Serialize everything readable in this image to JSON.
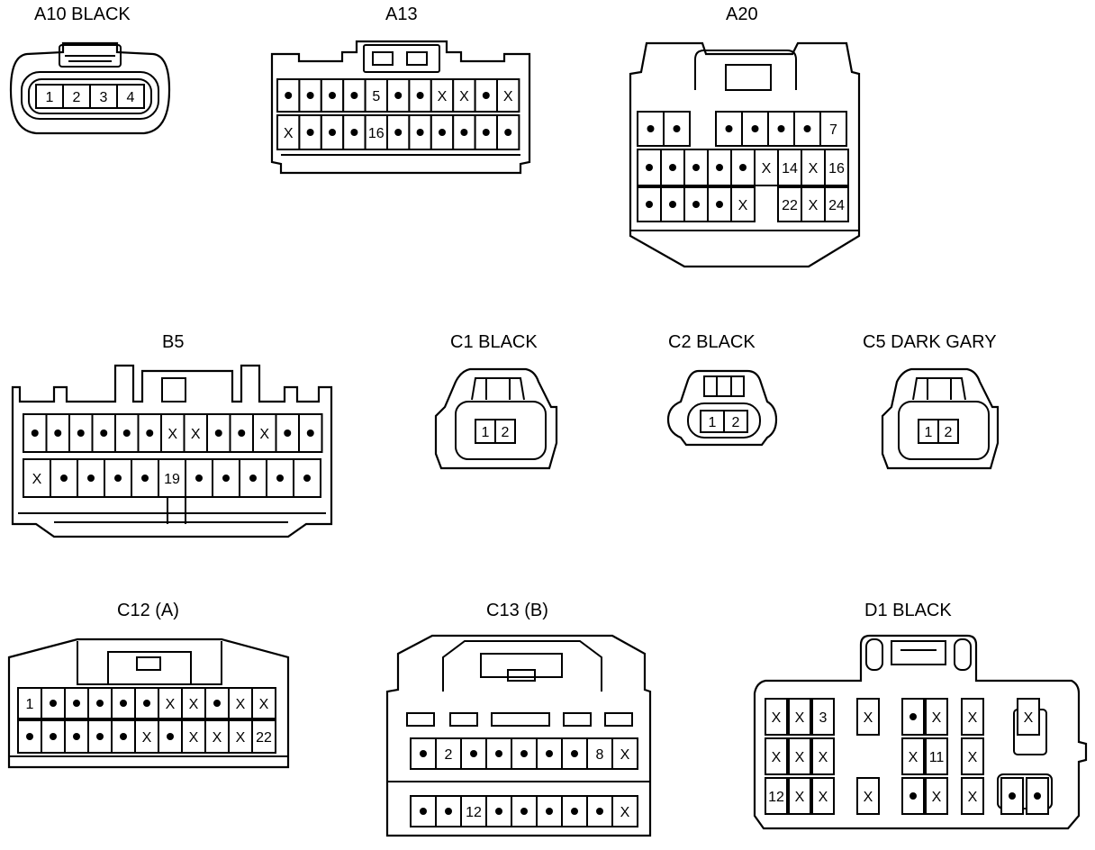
{
  "connectors": [
    {
      "id": "A10",
      "title": "A10  BLACK",
      "rows": [
        [
          "1",
          "2",
          "3",
          "4"
        ]
      ]
    },
    {
      "id": "A13",
      "title": "A13",
      "rows": [
        [
          "•",
          "•",
          "•",
          "•",
          "5",
          "•",
          "•",
          "X",
          "X",
          "•",
          "X"
        ],
        [
          "X",
          "•",
          "•",
          "•",
          "16",
          "•",
          "•",
          "•",
          "•",
          "•",
          "•"
        ]
      ]
    },
    {
      "id": "A20",
      "title": "A20",
      "rows": [
        [
          "•",
          "•",
          "",
          "•",
          "•",
          "•",
          "•",
          "7"
        ],
        [
          "•",
          "•",
          "•",
          "•",
          "•",
          "X",
          "14",
          "X",
          "16"
        ],
        [
          "•",
          "•",
          "•",
          "•",
          "X",
          "",
          "22",
          "X",
          "24"
        ]
      ]
    },
    {
      "id": "B5",
      "title": "B5",
      "rows": [
        [
          "•",
          "•",
          "•",
          "•",
          "•",
          "•",
          "X",
          "X",
          "•",
          "•",
          "X",
          "•",
          "•"
        ],
        [
          "X",
          "•",
          "•",
          "•",
          "•",
          "19",
          "•",
          "•",
          "•",
          "•",
          "•"
        ]
      ]
    },
    {
      "id": "C1",
      "title": "C1  BLACK",
      "rows": [
        [
          "1",
          "2"
        ]
      ]
    },
    {
      "id": "C2",
      "title": "C2  BLACK",
      "rows": [
        [
          "1",
          "2"
        ]
      ]
    },
    {
      "id": "C5",
      "title": "C5  DARK GARY",
      "rows": [
        [
          "1",
          "2"
        ]
      ]
    },
    {
      "id": "C12",
      "title": "C12 (A)",
      "rows": [
        [
          "1",
          "•",
          "•",
          "•",
          "•",
          "•",
          "X",
          "X",
          "•",
          "X",
          "X"
        ],
        [
          "•",
          "•",
          "•",
          "•",
          "•",
          "X",
          "•",
          "X",
          "X",
          "X",
          "22"
        ]
      ]
    },
    {
      "id": "C13",
      "title": "C13 (B)",
      "rows": [
        [
          "•",
          "2",
          "•",
          "•",
          "•",
          "•",
          "•",
          "8",
          "X"
        ],
        [
          "•",
          "•",
          "12",
          "•",
          "•",
          "•",
          "•",
          "•",
          "X"
        ]
      ]
    },
    {
      "id": "D1",
      "title": "D1  BLACK",
      "rows": [
        [
          "X",
          "X",
          "3",
          "X",
          "•",
          "X",
          "X",
          "X"
        ],
        [
          "X",
          "X",
          "X",
          "X",
          "11",
          "X"
        ],
        [
          "12",
          "X",
          "X",
          "X",
          "•",
          "X",
          "X",
          "•",
          "•"
        ]
      ]
    }
  ]
}
